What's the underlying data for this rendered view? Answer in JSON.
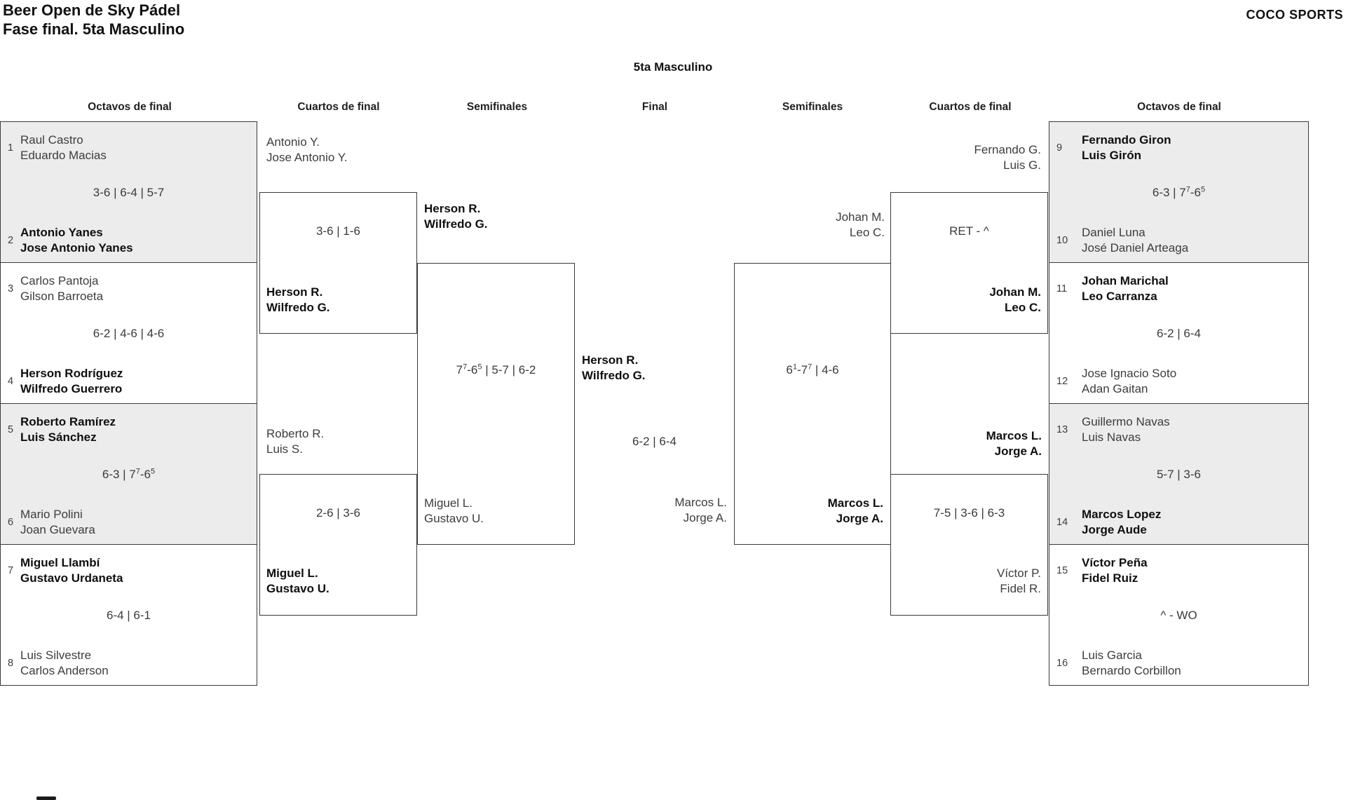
{
  "page": {
    "title_line1": "Beer Open de Sky Pádel",
    "title_line2": "Fase final. 5ta Masculino",
    "brand": "COCO SPORTS",
    "bracket_title": "5ta Masculino"
  },
  "columns": [
    "Octavos de final",
    "Cuartos de final",
    "Semifinales",
    "Final",
    "Semifinales",
    "Cuartos de final",
    "Octavos de final"
  ],
  "octavos_left": [
    {
      "seed_top": "1",
      "team_top": [
        "Raul Castro",
        "Eduardo Macias"
      ],
      "top_winner": false,
      "score": "3-6 | 6-4 | 5-7",
      "seed_bottom": "2",
      "team_bottom": [
        "Antonio Yanes",
        "Jose Antonio Yanes"
      ],
      "bottom_winner": true
    },
    {
      "seed_top": "3",
      "team_top": [
        "Carlos Pantoja",
        "Gilson Barroeta"
      ],
      "top_winner": false,
      "score": "6-2 | 4-6 | 4-6",
      "seed_bottom": "4",
      "team_bottom": [
        "Herson Rodríguez",
        "Wilfredo Guerrero"
      ],
      "bottom_winner": true
    },
    {
      "seed_top": "5",
      "team_top": [
        "Roberto Ramírez",
        "Luis Sánchez"
      ],
      "top_winner": true,
      "score": "6-3 | 7^7-6^5",
      "seed_bottom": "6",
      "team_bottom": [
        "Mario Polini",
        "Joan Guevara"
      ],
      "bottom_winner": false
    },
    {
      "seed_top": "7",
      "team_top": [
        "Miguel Llambí",
        "Gustavo Urdaneta"
      ],
      "top_winner": true,
      "score": "6-4 | 6-1",
      "seed_bottom": "8",
      "team_bottom": [
        "Luis Silvestre",
        "Carlos Anderson"
      ],
      "bottom_winner": false
    }
  ],
  "octavos_right": [
    {
      "seed_top": "9",
      "team_top": [
        "Fernando Giron",
        "Luis Girón"
      ],
      "top_winner": true,
      "score": "6-3 | 7^7-6^5",
      "seed_bottom": "10",
      "team_bottom": [
        "Daniel Luna",
        "José Daniel Arteaga"
      ],
      "bottom_winner": false
    },
    {
      "seed_top": "11",
      "team_top": [
        "Johan Marichal",
        "Leo Carranza"
      ],
      "top_winner": true,
      "score": "6-2 | 6-4",
      "seed_bottom": "12",
      "team_bottom": [
        "Jose Ignacio Soto",
        "Adan Gaitan"
      ],
      "bottom_winner": false
    },
    {
      "seed_top": "13",
      "team_top": [
        "Guillermo Navas",
        "Luis Navas"
      ],
      "top_winner": false,
      "score": "5-7 | 3-6",
      "seed_bottom": "14",
      "team_bottom": [
        "Marcos Lopez",
        "Jorge Aude"
      ],
      "bottom_winner": true
    },
    {
      "seed_top": "15",
      "team_top": [
        "Víctor Peña",
        "Fidel Ruiz"
      ],
      "top_winner": true,
      "score": "^ - WO",
      "seed_bottom": "16",
      "team_bottom": [
        "Luis Garcia",
        "Bernardo Corbillon"
      ],
      "bottom_winner": false
    }
  ],
  "cuartos_left": [
    {
      "top": [
        "Antonio Y.",
        "Jose Antonio Y."
      ],
      "top_winner": false,
      "score": "3-6 | 1-6",
      "bottom": [
        "Herson R.",
        "Wilfredo G."
      ],
      "bottom_winner": true
    },
    {
      "top": [
        "Roberto R.",
        "Luis S."
      ],
      "top_winner": false,
      "score": "2-6 | 3-6",
      "bottom": [
        "Miguel L.",
        "Gustavo U."
      ],
      "bottom_winner": true
    }
  ],
  "cuartos_right": [
    {
      "top": [
        "Fernando G.",
        "Luis G."
      ],
      "top_winner": false,
      "score": "RET - ^",
      "bottom": [
        "Johan M.",
        "Leo C."
      ],
      "bottom_winner": true
    },
    {
      "top": [
        "Marcos L.",
        "Jorge A."
      ],
      "top_winner": true,
      "score": "7-5 | 3-6 | 6-3",
      "bottom": [
        "Víctor P.",
        "Fidel R."
      ],
      "bottom_winner": false
    }
  ],
  "semifinal_left": {
    "top": [
      "Herson R.",
      "Wilfredo G."
    ],
    "top_winner": true,
    "score": "7^7-6^5 | 5-7 | 6-2",
    "bottom": [
      "Miguel L.",
      "Gustavo U."
    ],
    "bottom_winner": false
  },
  "semifinal_right": {
    "top": [
      "Johan M.",
      "Leo C."
    ],
    "top_winner": false,
    "score": "6^1-7^7 | 4-6",
    "bottom": [
      "Marcos L.",
      "Jorge A."
    ],
    "bottom_winner": true
  },
  "final": {
    "left": [
      "Herson R.",
      "Wilfredo G."
    ],
    "left_winner": true,
    "score": "6-2 | 6-4",
    "right": [
      "Marcos L.",
      "Jorge A."
    ],
    "right_winner": false
  }
}
